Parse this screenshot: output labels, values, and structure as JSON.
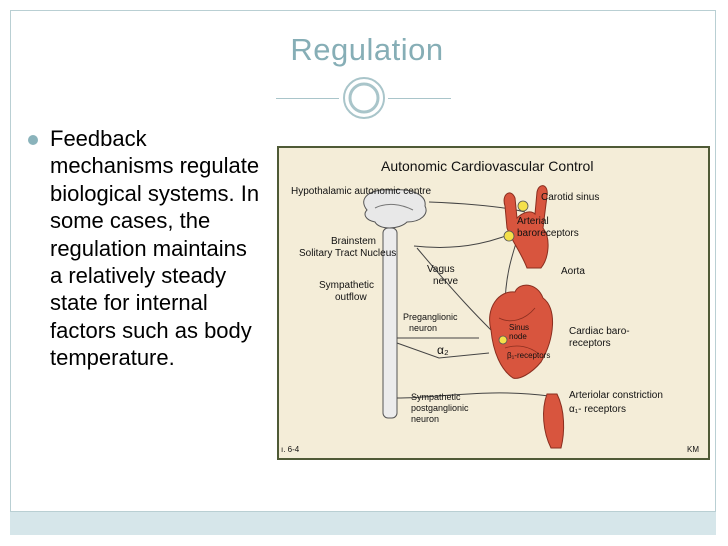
{
  "slide": {
    "title": "Regulation",
    "bullet_text": "Feedback mechanisms regulate biological systems. In some cases, the regulation maintains a relatively steady state for internal factors such as body temperature."
  },
  "diagram": {
    "title": "Autonomic Cardiovascular Control",
    "labels": {
      "hypothalamic": "Hypothalamic autonomic centre",
      "brainstem": "Brainstem",
      "solitary": "Solitary Tract Nucleus",
      "sympathetic_outflow_1": "Sympathetic",
      "sympathetic_outflow_2": "outflow",
      "vagus_1": "Vagus",
      "vagus_2": "nerve",
      "preganglionic_1": "Preganglionic",
      "preganglionic_2": "neuron",
      "alpha2": "α₂",
      "sympathetic_post_1": "Sympathetic",
      "sympathetic_post_2": "postganglionic",
      "sympathetic_post_3": "neuron",
      "carotid_sinus": "Carotid sinus",
      "arterial_1": "Arterial",
      "arterial_2": "baroreceptors",
      "aorta": "Aorta",
      "sinus_node_1": "Sinus",
      "sinus_node_2": "node",
      "beta1": "β₁-receptors",
      "cardiac_1": "Cardiac baro-",
      "cardiac_2": "receptors",
      "arteriolar": "Arteriolar constriction",
      "alpha1": "α₁- receptors",
      "fig_ref": "ı. 6-4",
      "initials": "KM"
    }
  },
  "colors": {
    "accent": "#86aeb6",
    "frame": "#b9cfd3",
    "bottom_bar": "#d6e6ea",
    "diagram_bg": "#f4edd8",
    "organ_red": "#d8553e"
  }
}
